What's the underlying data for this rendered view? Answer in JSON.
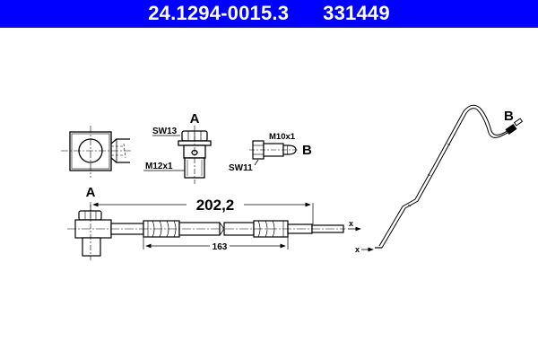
{
  "header": {
    "part_number": "24.1294-0015.3",
    "reference_number": "331449",
    "background_color": "#0000ff",
    "text_color": "#ffffff"
  },
  "diagram": {
    "background_color": "#ffffff",
    "line_color": "#000000",
    "fitting_a": {
      "label": "A",
      "wrench_size": "SW13",
      "thread": "M12x1"
    },
    "fitting_b": {
      "label": "B",
      "wrench_size": "SW11",
      "thread": "M10x1"
    },
    "hose_assembly": {
      "end_label": "A",
      "overall_length": "202,2",
      "hose_length": "163",
      "axis_marker": "x"
    },
    "routing_view": {
      "end_label": "B",
      "axis_marker_top": "x",
      "axis_marker_bottom": "x"
    }
  }
}
